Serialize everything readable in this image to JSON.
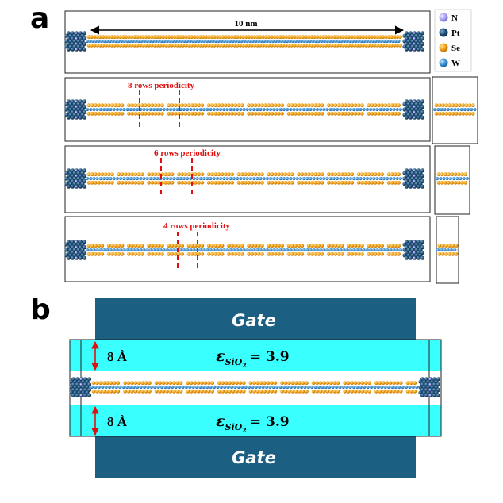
{
  "panel_a": {
    "label": "a",
    "scale_label": "10 nm",
    "legend": [
      {
        "symbol": "N",
        "color": "#a9a4f2"
      },
      {
        "symbol": "Pt",
        "color": "#1f4f78"
      },
      {
        "symbol": "Se",
        "color": "#f0a21a"
      },
      {
        "symbol": "W",
        "color": "#3f94d6"
      }
    ],
    "periodicity_labels": [
      "8 rows periodicity",
      "6 rows periodicity",
      "4 rows periodicity"
    ]
  },
  "panel_b": {
    "label": "b",
    "gate_top": "Gate",
    "gate_bottom": "Gate",
    "thickness_top": "8 Å",
    "thickness_bottom": "8 Å",
    "permittivity_symbol": "ε",
    "permittivity_subscript": "SiO",
    "permittivity_subscript_index": "2",
    "permittivity_value": "= 3.9"
  },
  "colors": {
    "selenium": "#f0a21a",
    "tungsten": "#3f94d6",
    "platinum": "#1f4f78",
    "nitrogen": "#a9a4f2",
    "gate": "#1b5f82",
    "oxide": "#39ffff",
    "dimension_marker": "#e01010"
  }
}
